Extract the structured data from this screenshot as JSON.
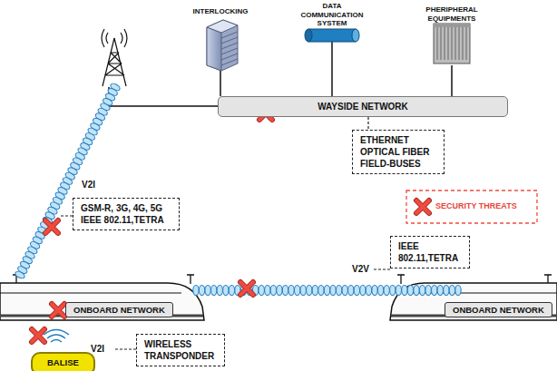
{
  "diagram": {
    "nodes": [
      {
        "text": [
          "WAYSIDE NETWORK"
        ]
      },
      {
        "text": [
          "ETHERNET OPTICAL FIBER FIELD-BUSES"
        ]
      },
      {
        "text": [
          "GSM-R, 3G, 4G, 5G IEEE 802.11,TETRA"
        ]
      },
      {
        "text": [
          "IEEE 802.11,TETRA"
        ]
      },
      {
        "text": [
          "ONBOARD NETWORK"
        ]
      },
      {
        "text": [
          "ONBOARD NETWORK"
        ]
      },
      {
        "text": [
          "BALISE"
        ]
      },
      {
        "text": [
          "WIRELESS TRANSPONDER"
        ]
      }
    ],
    "edges": [
      {
        "from": 0,
        "to": 1,
        "arrow": "none"
      }
    ],
    "labels": [
      "INTERLOCKING",
      "DATA COMMUNICATION SYSTEM",
      "PHERIPHERAL EQUIPMENTS",
      "V2I",
      "V2V",
      "V2I"
    ],
    "legend": [
      {
        "text": "SECURITY THREATS"
      }
    ]
  }
}
